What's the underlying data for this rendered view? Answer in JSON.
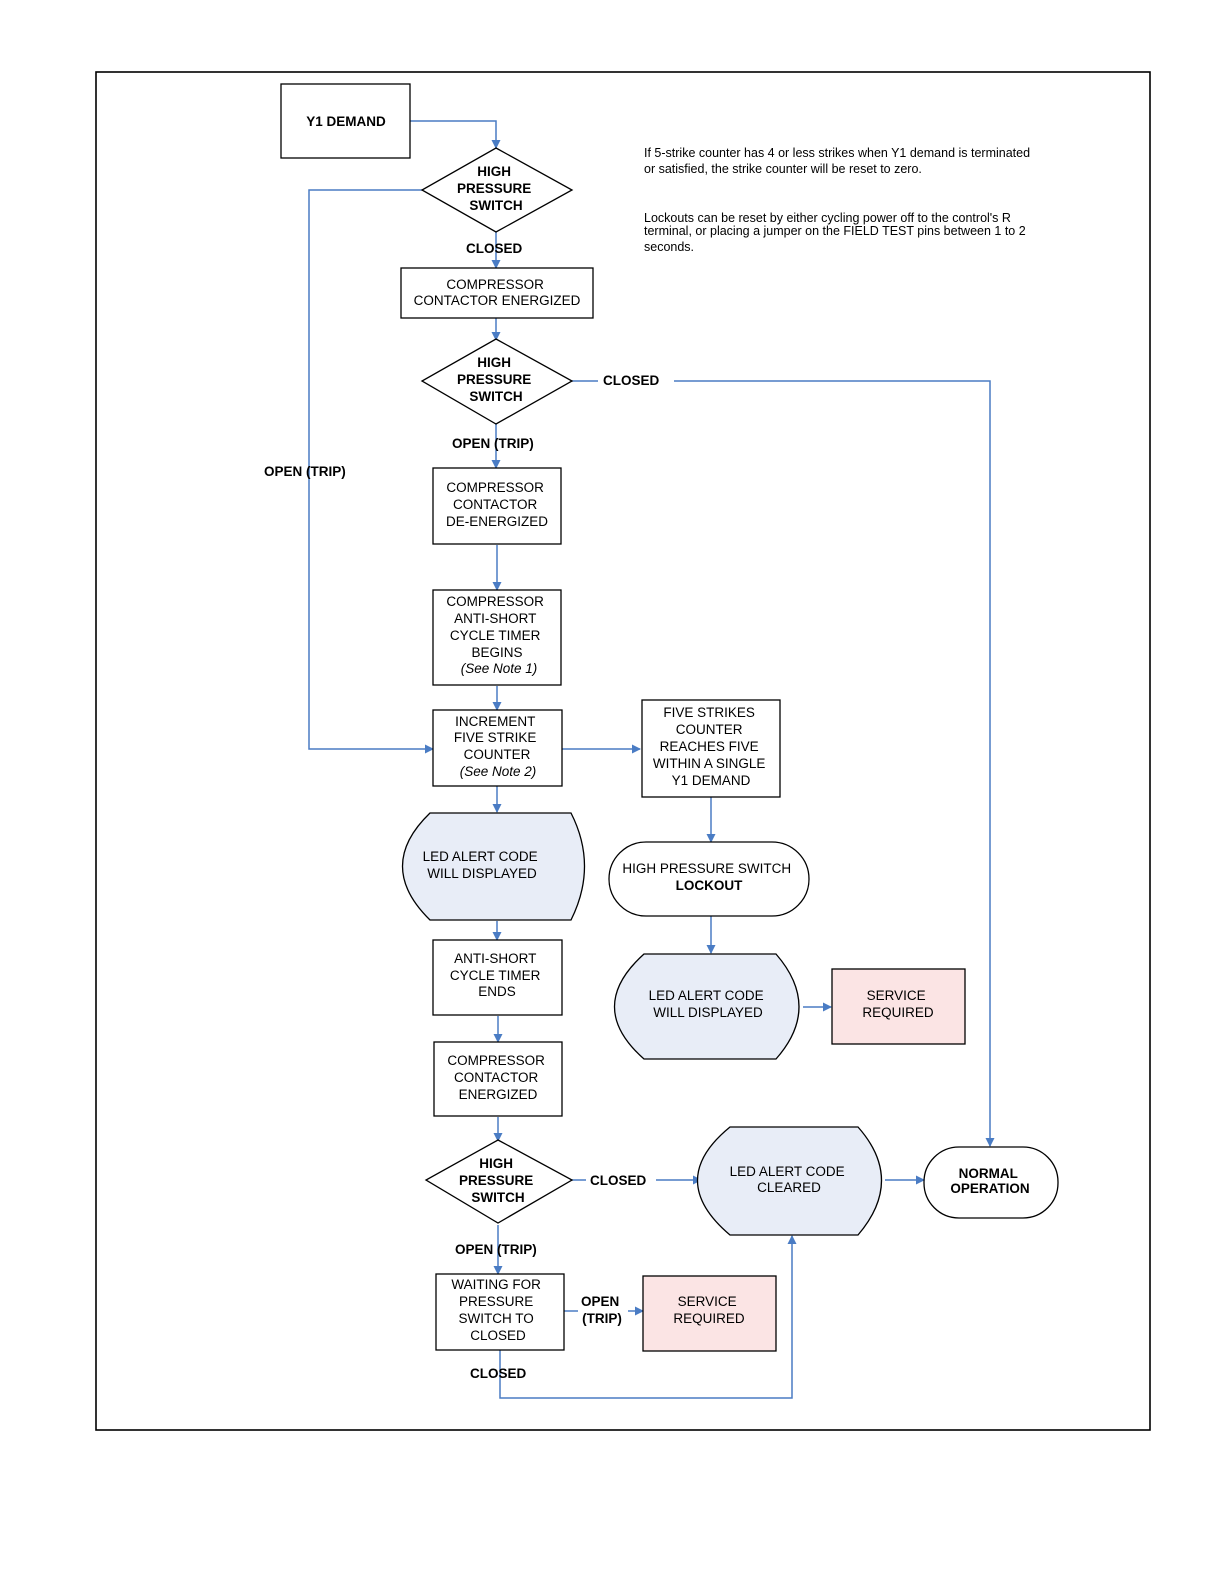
{
  "notes": {
    "strike_reset": [
      "If 5-strike counter has 4 or less strikes when Y1 demand is terminated",
      "or satisfied, the strike counter will be reset to zero."
    ],
    "lockout_reset": [
      "Lockouts can be reset by either cycling power off to the control's R",
      "terminal, or placing a jumper on the FIELD TEST pins between 1 to 2",
      "seconds."
    ]
  },
  "nodes": {
    "y1_demand": [
      "Y1 DEMAND"
    ],
    "hps1": [
      "HIGH",
      "PRESSURE",
      "SWITCH"
    ],
    "contactor_energized_1": [
      "COMPRESSOR",
      "CONTACTOR ENERGIZED"
    ],
    "hps2": [
      "HIGH",
      "PRESSURE",
      "SWITCH"
    ],
    "contactor_deenergized": [
      "COMPRESSOR",
      "CONTACTOR",
      "DE-ENERGIZED"
    ],
    "anti_short_begins": [
      "COMPRESSOR",
      "ANTI-SHORT",
      "CYCLE TIMER",
      "BEGINS"
    ],
    "anti_short_begins_note": "(See Note 1)",
    "increment_counter": [
      "INCREMENT",
      "FIVE STRIKE",
      "COUNTER"
    ],
    "increment_counter_note": "(See Note 2)",
    "five_strikes": [
      "FIVE STRIKES",
      "COUNTER",
      "REACHES FIVE",
      "WITHIN A SINGLE",
      "Y1 DEMAND"
    ],
    "led_alert_1": [
      "LED ALERT CODE",
      "WILL DISPLAYED"
    ],
    "lockout": [
      "HIGH PRESSURE SWITCH",
      "LOCKOUT"
    ],
    "led_alert_2": [
      "LED ALERT CODE",
      "WILL DISPLAYED"
    ],
    "service_required_1": [
      "SERVICE",
      "REQUIRED"
    ],
    "anti_short_ends": [
      "ANTI-SHORT",
      "CYCLE TIMER",
      "ENDS"
    ],
    "contactor_energized_2": [
      "COMPRESSOR",
      "CONTACTOR",
      "ENERGIZED"
    ],
    "hps3": [
      "HIGH",
      "PRESSURE",
      "SWITCH"
    ],
    "led_cleared": [
      "LED ALERT CODE",
      "CLEARED"
    ],
    "normal_operation": [
      "NORMAL",
      "OPERATION"
    ],
    "waiting": [
      "WAITING FOR",
      "PRESSURE",
      "SWITCH TO",
      "CLOSED"
    ],
    "service_required_2": [
      "SERVICE",
      "REQUIRED"
    ]
  },
  "edge_labels": {
    "hps1_closed": "CLOSED",
    "hps1_open": "OPEN (TRIP)",
    "hps2_closed": "CLOSED",
    "hps2_open": "OPEN (TRIP)",
    "hps3_closed": "CLOSED",
    "hps3_open": "OPEN (TRIP)",
    "waiting_open": [
      "OPEN",
      "(TRIP)"
    ],
    "waiting_closed": "CLOSED"
  },
  "colors": {
    "connector": "#4a7cc4",
    "led_fill": "#e8edf7",
    "service_fill": "#fbe4e4"
  }
}
